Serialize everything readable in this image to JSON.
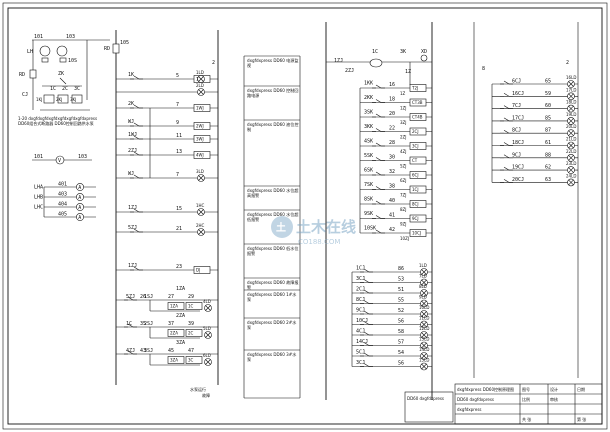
{
  "source_panel": {
    "supply_labels": [
      "101",
      "103"
    ],
    "components": [
      "LH",
      "10S",
      "RD",
      "ZK",
      "CJ",
      "1KJ",
      "2KJ",
      "3KJ",
      "1C",
      "2C",
      "3C"
    ],
    "note": "1-20 dxgfdxgfdxgfdxgfdxgfdxgfdxpress DD60组合式断路器 DD60控制回路供水泵",
    "voltmeter_labels": [
      "101",
      "103"
    ],
    "voltmeter_symbol": "V",
    "ammeter_rows": [
      {
        "label": "LHA",
        "node": "401"
      },
      {
        "label": "LHB",
        "node": "403"
      },
      {
        "label": "LHC",
        "node": "404"
      },
      {
        "label": "",
        "node": "405"
      }
    ],
    "ammeter_symbol": "A"
  },
  "control_panel": {
    "bus_left": "105",
    "bus_right": "2",
    "rd_label": "RD",
    "rows": [
      {
        "contact": "1K",
        "node": "5",
        "coil": "1ZJ",
        "lamp": "1LD"
      },
      {
        "contact": "",
        "node": "",
        "coil": "",
        "lamp": "2LD"
      },
      {
        "contact": "2K",
        "node": "7",
        "coil": "1WJ",
        "lamp": ""
      },
      {
        "contact": "WJ",
        "node": "9",
        "coil": "2WJ",
        "lamp": ""
      },
      {
        "contact": "1WJ",
        "node": "11",
        "coil": "3WJ",
        "lamp": ""
      },
      {
        "contact": "2ZJ",
        "node": "13",
        "coil": "4WJ",
        "lamp": ""
      },
      {
        "contact": "WJ",
        "node": "7",
        "coil": "",
        "lamp": "3LD"
      },
      {
        "contact": "1ZJ",
        "node": "15",
        "coil": "",
        "lamp": "1HC"
      },
      {
        "contact": "5ZJ",
        "node": "21",
        "coil": "",
        "lamp": "2HC"
      },
      {
        "contact": "1ZJ",
        "node": "23",
        "coil": "DJ",
        "lamp": ""
      }
    ],
    "motor_rows": [
      {
        "relay": "5ZJ",
        "timer": "1SJ",
        "contact": "1ZA",
        "coil": "1C",
        "lamp": "4LD",
        "nodes": [
          "26",
          "27",
          "29"
        ]
      },
      {
        "relay": "1C",
        "timer": "2SJ",
        "contact": "2ZA",
        "coil": "2C",
        "lamp": "5LD",
        "nodes": [
          "35",
          "37",
          "39"
        ]
      },
      {
        "relay": "4ZJ",
        "timer": "3SJ",
        "contact": "3ZA",
        "coil": "3C",
        "lamp": "6LD",
        "nodes": [
          "43",
          "45",
          "47"
        ]
      }
    ],
    "footer_labels": [
      "水泵运行",
      "故障"
    ]
  },
  "function_column": {
    "boxes": [
      "dxgfdxpress DD60 电源监视",
      "dxgfdxpress DD60 控制回路电源",
      "dxgfdxpress DD60 液位控制",
      "dxgfdxpress DD60 水位超高报警",
      "dxgfdxpress DD60 水位超低报警",
      "dxgfdxpress DD60 低水位报警",
      "dxgfdxpress DD60 故障报警",
      "dxgfdxpress DD60 1#水泵",
      "dxgfdxpress DD60 2#水泵",
      "dxgfdxpress DD60 3#水泵"
    ]
  },
  "relay_panel": {
    "header_labels": [
      "1ZJ",
      "1C",
      "3K",
      "XD",
      "1Z",
      "2ZJ"
    ],
    "rows": [
      {
        "contact": "1KK",
        "node": "16",
        "coil": "T2J",
        "extra": "1Z"
      },
      {
        "contact": "2KK",
        "node": "18",
        "coil": "CT3B",
        "extra": "1ZJ"
      },
      {
        "contact": "3SK",
        "node": "20",
        "coil": "CT4B",
        "extra": "3ZJ"
      },
      {
        "contact": "3KK",
        "node": "22",
        "coil": "2CJ",
        "extra": "2ZJ"
      },
      {
        "contact": "4SK",
        "node": "28",
        "coil": "3CJ",
        "extra": "4ZJ"
      },
      {
        "contact": "5SK",
        "node": "30",
        "coil": "CT",
        "extra": "5ZJ"
      },
      {
        "contact": "6SK",
        "node": "32",
        "coil": "6CJ",
        "extra": "6ZJ"
      },
      {
        "contact": "7SK",
        "node": "38",
        "coil": "1CJ",
        "extra": "7ZJ"
      },
      {
        "contact": "8SK",
        "node": "40",
        "coil": "8CJ",
        "extra": "8ZJ"
      },
      {
        "contact": "9SK",
        "node": "41",
        "coil": "9CJ",
        "extra": "9ZJ"
      },
      {
        "contact": "10SK",
        "node": "42",
        "coil": "10CJ",
        "extra": "10ZJ"
      }
    ],
    "lamp_rows": [
      {
        "contact": "1CJ",
        "node": "86",
        "lamp": "1LD"
      },
      {
        "contact": "3CJ",
        "node": "53",
        "lamp": "7LD"
      },
      {
        "contact": "2CJ",
        "node": "51",
        "lamp": "8LD"
      },
      {
        "contact": "8CJ",
        "node": "55",
        "lamp": "9LD"
      },
      {
        "contact": "9CJ",
        "node": "52",
        "lamp": "10LD"
      },
      {
        "contact": "10CJ",
        "node": "56",
        "lamp": "11LD"
      },
      {
        "contact": "4CJ",
        "node": "58",
        "lamp": "12LD"
      },
      {
        "contact": "14CJ",
        "node": "57",
        "lamp": "13LD"
      },
      {
        "contact": "5CJ",
        "node": "54",
        "lamp": "14LD"
      },
      {
        "contact": "3CJ",
        "node": "56",
        "lamp": "15LD"
      }
    ]
  },
  "right_panel": {
    "bus_left": "8",
    "bus_right": "2",
    "rows": [
      {
        "contact": "6CJ",
        "node": "65",
        "lamp": "16LD"
      },
      {
        "contact": "16CJ",
        "node": "59",
        "lamp": "17LD"
      },
      {
        "contact": "7CJ",
        "node": "60",
        "lamp": "18LD"
      },
      {
        "contact": "17CJ",
        "node": "85",
        "lamp": "19LD"
      },
      {
        "contact": "8CJ",
        "node": "87",
        "lamp": "20LD"
      },
      {
        "contact": "18CJ",
        "node": "61",
        "lamp": "21LD"
      },
      {
        "contact": "9CJ",
        "node": "88",
        "lamp": "22LD"
      },
      {
        "contact": "19CJ",
        "node": "62",
        "lamp": "23LD"
      },
      {
        "contact": "20CJ",
        "node": "63",
        "lamp": "24LD"
      }
    ]
  },
  "watermark": {
    "line1": "土木在线",
    "line2": "CO188.COM"
  },
  "title_block": {
    "cells": [
      "dxgfdxpress DD60控制原理图",
      "DD60 dxgfdxpress",
      "dxgfdxpress",
      "图号",
      "比例",
      "设计",
      "审核",
      "日期",
      "共 张",
      "第 张"
    ]
  }
}
